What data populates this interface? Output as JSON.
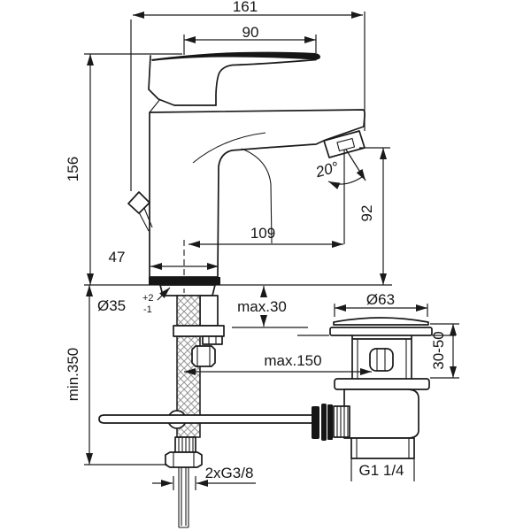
{
  "drawing": {
    "kind": "technical-dimension-drawing",
    "subject": "single-lever basin mixer faucet with flexible supply hose, pop-up rod and pop-up waste drain",
    "line_color": "#1a1a1a",
    "background_color": "#ffffff"
  },
  "labels": {
    "total_width": "161",
    "handle_length": "90",
    "body_height": "156",
    "base_depth": "47",
    "spout_reach": "109",
    "spout_height": "92",
    "spray_angle": "20°",
    "hole_diameter": "Ø35",
    "hole_tol_plus": "+2",
    "hole_tol_minus": "-1",
    "counter_max_thickness": "max.30",
    "min_clearance": "min.350",
    "waste_flange_diameter": "Ø63",
    "waste_height_range": "30-50",
    "rod_max_length": "max.150",
    "supply_thread": "2xG3/8",
    "waste_thread": "G1 1/4"
  }
}
